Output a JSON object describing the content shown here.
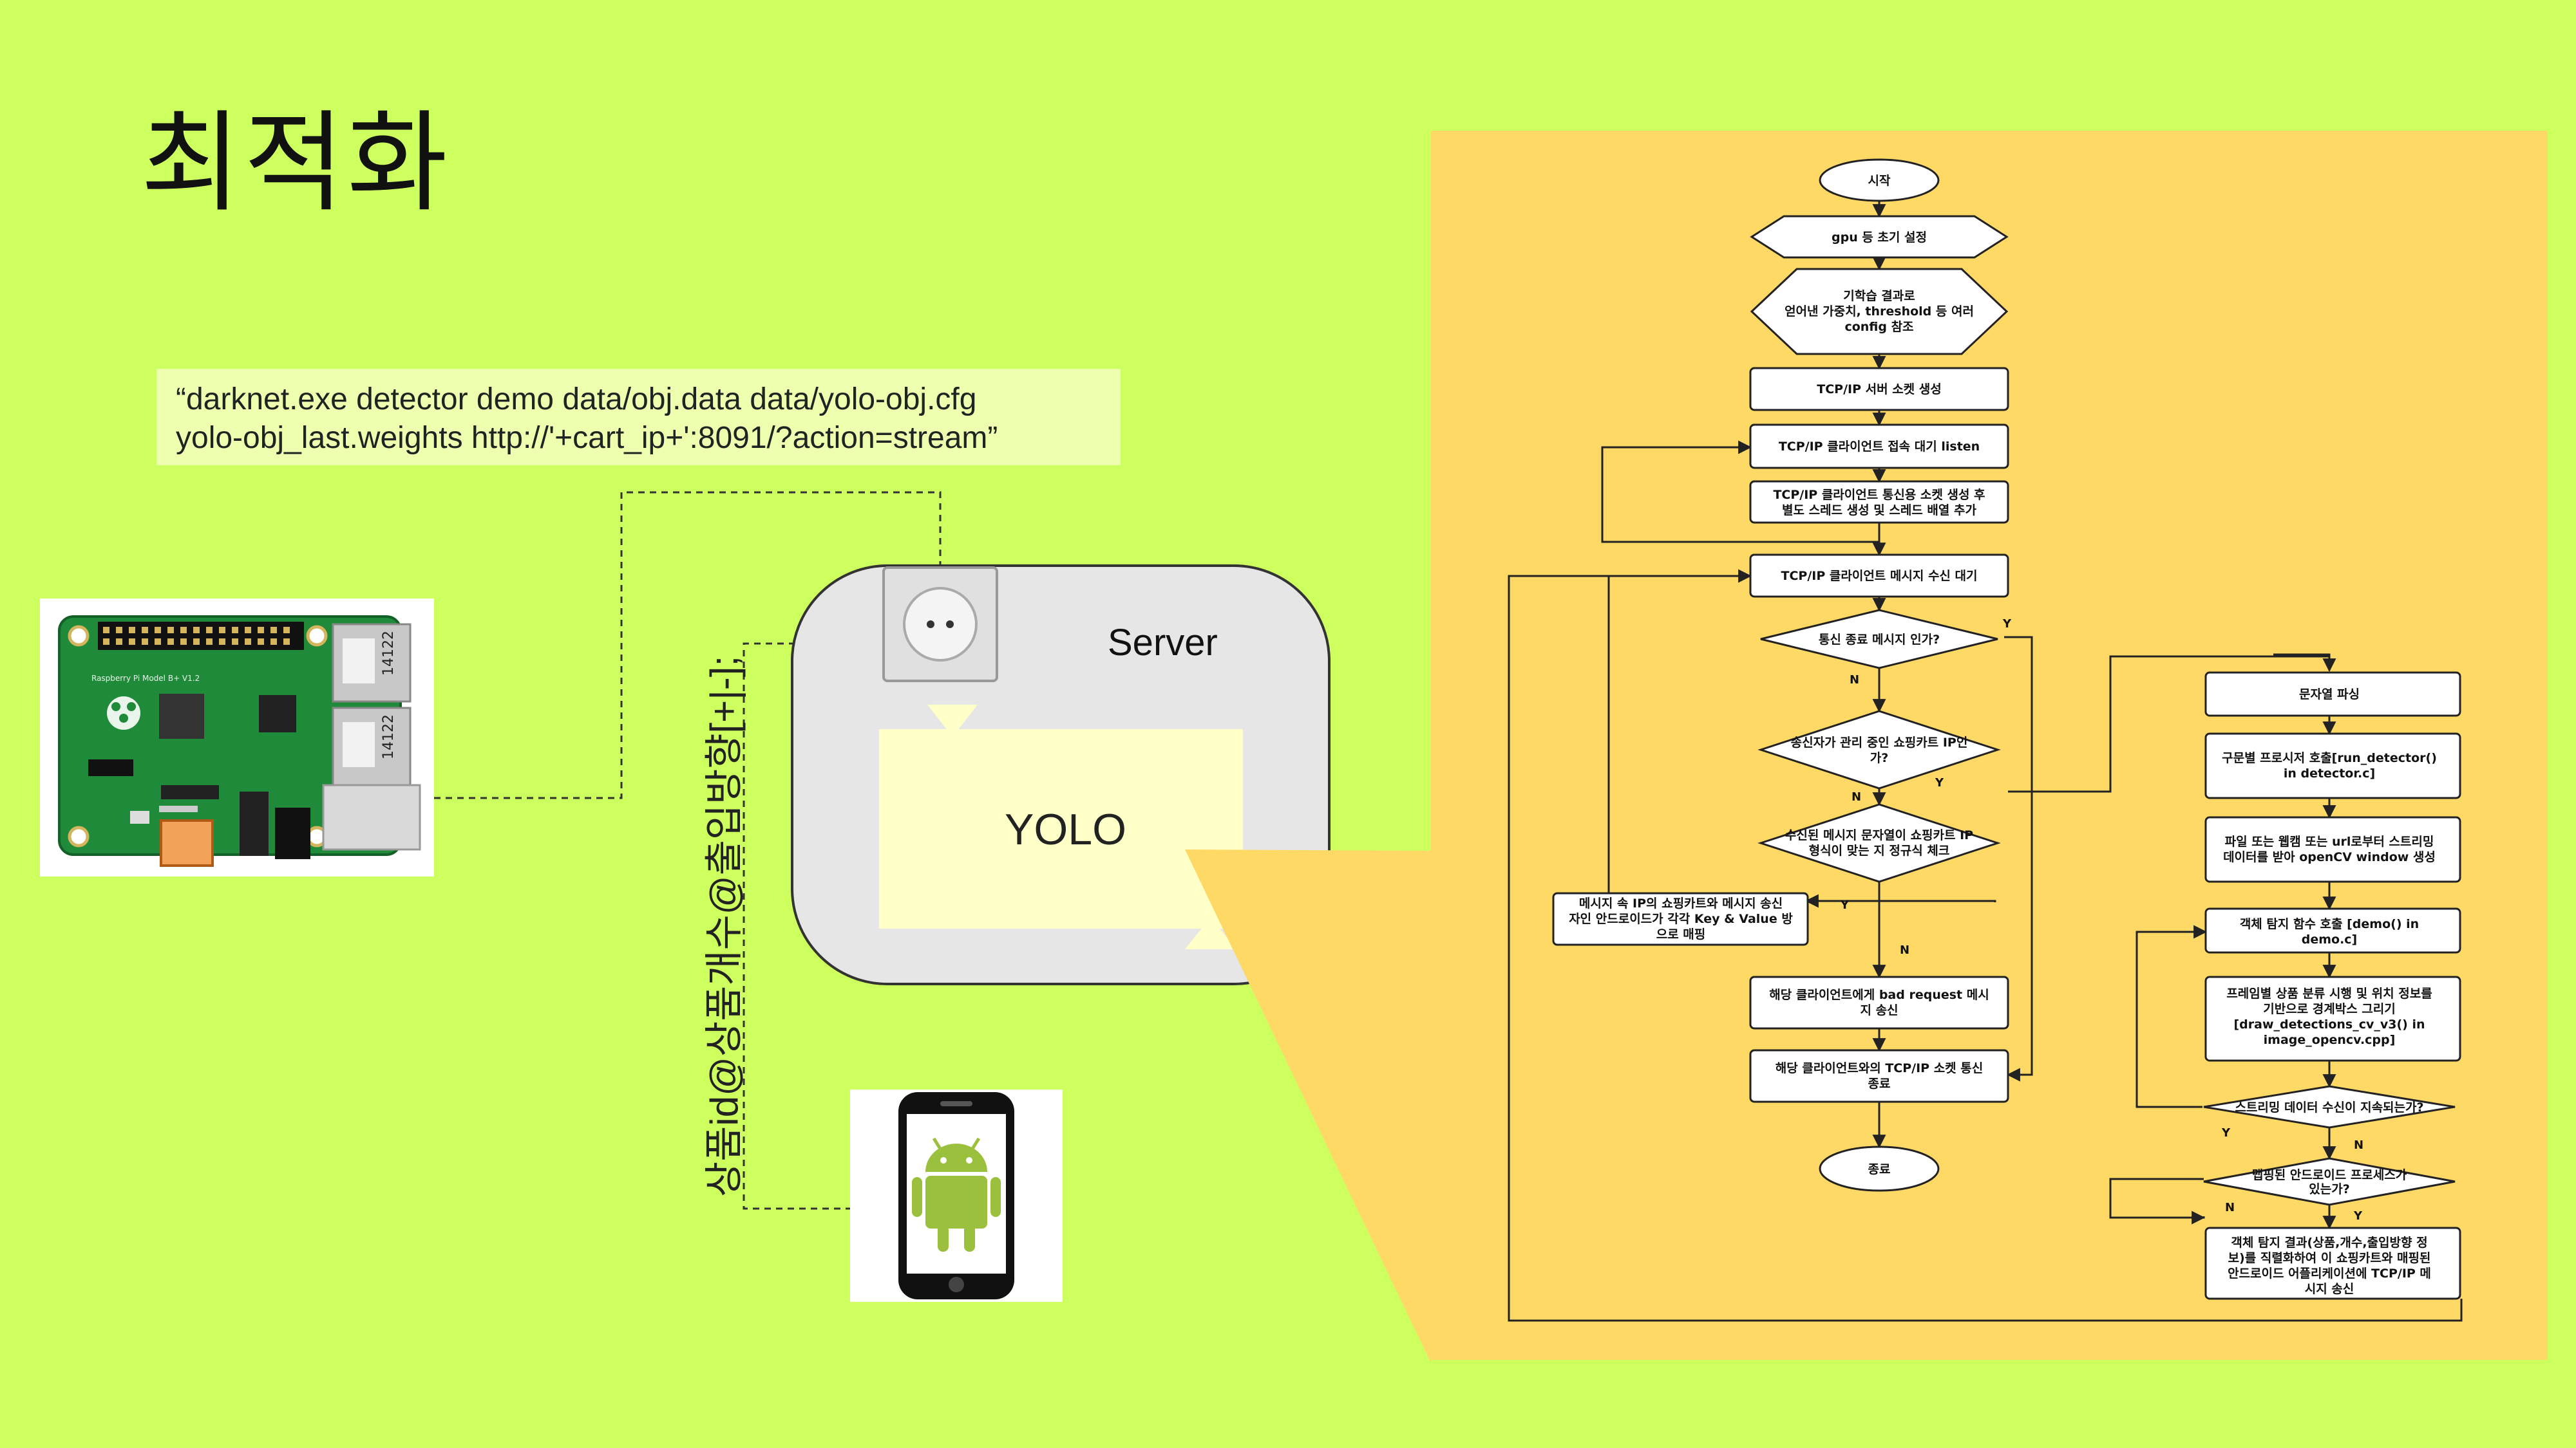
{
  "slide": {
    "title": "최적화",
    "command_line1": "“darknet.exe detector demo data/obj.data data/yolo-obj.cfg",
    "command_line2": "yolo-obj_last.weights http://'+cart_ip+':8091/?action=stream”",
    "server_label": "Server",
    "yolo_label": "YOLO",
    "message_format": "상품id@상품개수@출입방향[+|-];",
    "rpi_chip_labels": [
      "14122",
      "14122"
    ],
    "rpi_board_text": "Raspberry Pi Model B+ V1.2",
    "colors": {
      "background": "#cdff5e",
      "flowchart_panel": "#ffd966",
      "command_box": "#eeffb0",
      "yolo_box": "#ffffc8",
      "server_box": "#e6e6e6"
    }
  },
  "flowchart": {
    "start": "시작",
    "gpu_init": "gpu 등 초기 설정",
    "config_1": "기학습 결과로",
    "config_2": "얻어낸 가중치, threshold 등 여러",
    "config_3": "config 참조",
    "tcp_server": "TCP/IP 서버 소켓 생성",
    "tcp_listen": "TCP/IP 클라이언트 접속 대기 listen",
    "tcp_client_1": "TCP/IP 클라이언트 통신용 소켓 생성 후",
    "tcp_client_2": "별도 스레드 생성 및 스레드 배열 추가",
    "recv_wait": "TCP/IP 클라이언트 메시지 수신 대기",
    "end_msg_q": "통신 종료 메시지 인가?",
    "cart_ip_q_1": "송신자가 관리 중인 쇼핑카트 IP인",
    "cart_ip_q_2": "가?",
    "ip_format_q_1": "수신된 메시지 문자열이 쇼핑카트 IP",
    "ip_format_q_2": "형식이 맞는 지 정규식 체크",
    "mapping_1": "메시지 속 IP의 쇼핑카트와 메시지 송신",
    "mapping_2": "자인 안드로이드가 각각 Key & Value 방",
    "mapping_3": "으로 매핑",
    "bad_request_1": "해당 클라이언트에게 bad request 메시",
    "bad_request_2": "지 송신",
    "close_socket_1": "해당 클라이언트와의 TCP/IP 소켓 통신",
    "close_socket_2": "종료",
    "end": "종료",
    "parse": "문자열 파싱",
    "call_detector_1": "구문별 프로시저 호출[run_detector()",
    "call_detector_2": "in detector.c]",
    "stream_1": "파일 또는 웹캠 또는 url로부터 스트리밍",
    "stream_2": "데이터를 받아 openCV window 생성",
    "demo_1": "객체 탐지 함수 호출 [demo() in",
    "demo_2": "demo.c]",
    "bbox_1": "프레임별 상품 분류 시행 및 위치 정보를",
    "bbox_2": "기반으로 경계박스 그리기",
    "bbox_3": "[draw_detections_cv_v3() in",
    "bbox_4": "image_opencv.cpp]",
    "stream_q": "스트리밍 데이터 수신이 지속되는가?",
    "android_q_1": "맵핑된 안드로이드 프로세스가",
    "android_q_2": "있는가?",
    "send_result_1": "객체 탐지 결과(상품,개수,출입방향 정",
    "send_result_2": "보)를 직렬화하여 이 쇼핑카트와 매핑된",
    "send_result_3": "안드로이드 어플리케이션에 TCP/IP 메",
    "send_result_4": "시지 송신",
    "yes": "Y",
    "no": "N"
  }
}
